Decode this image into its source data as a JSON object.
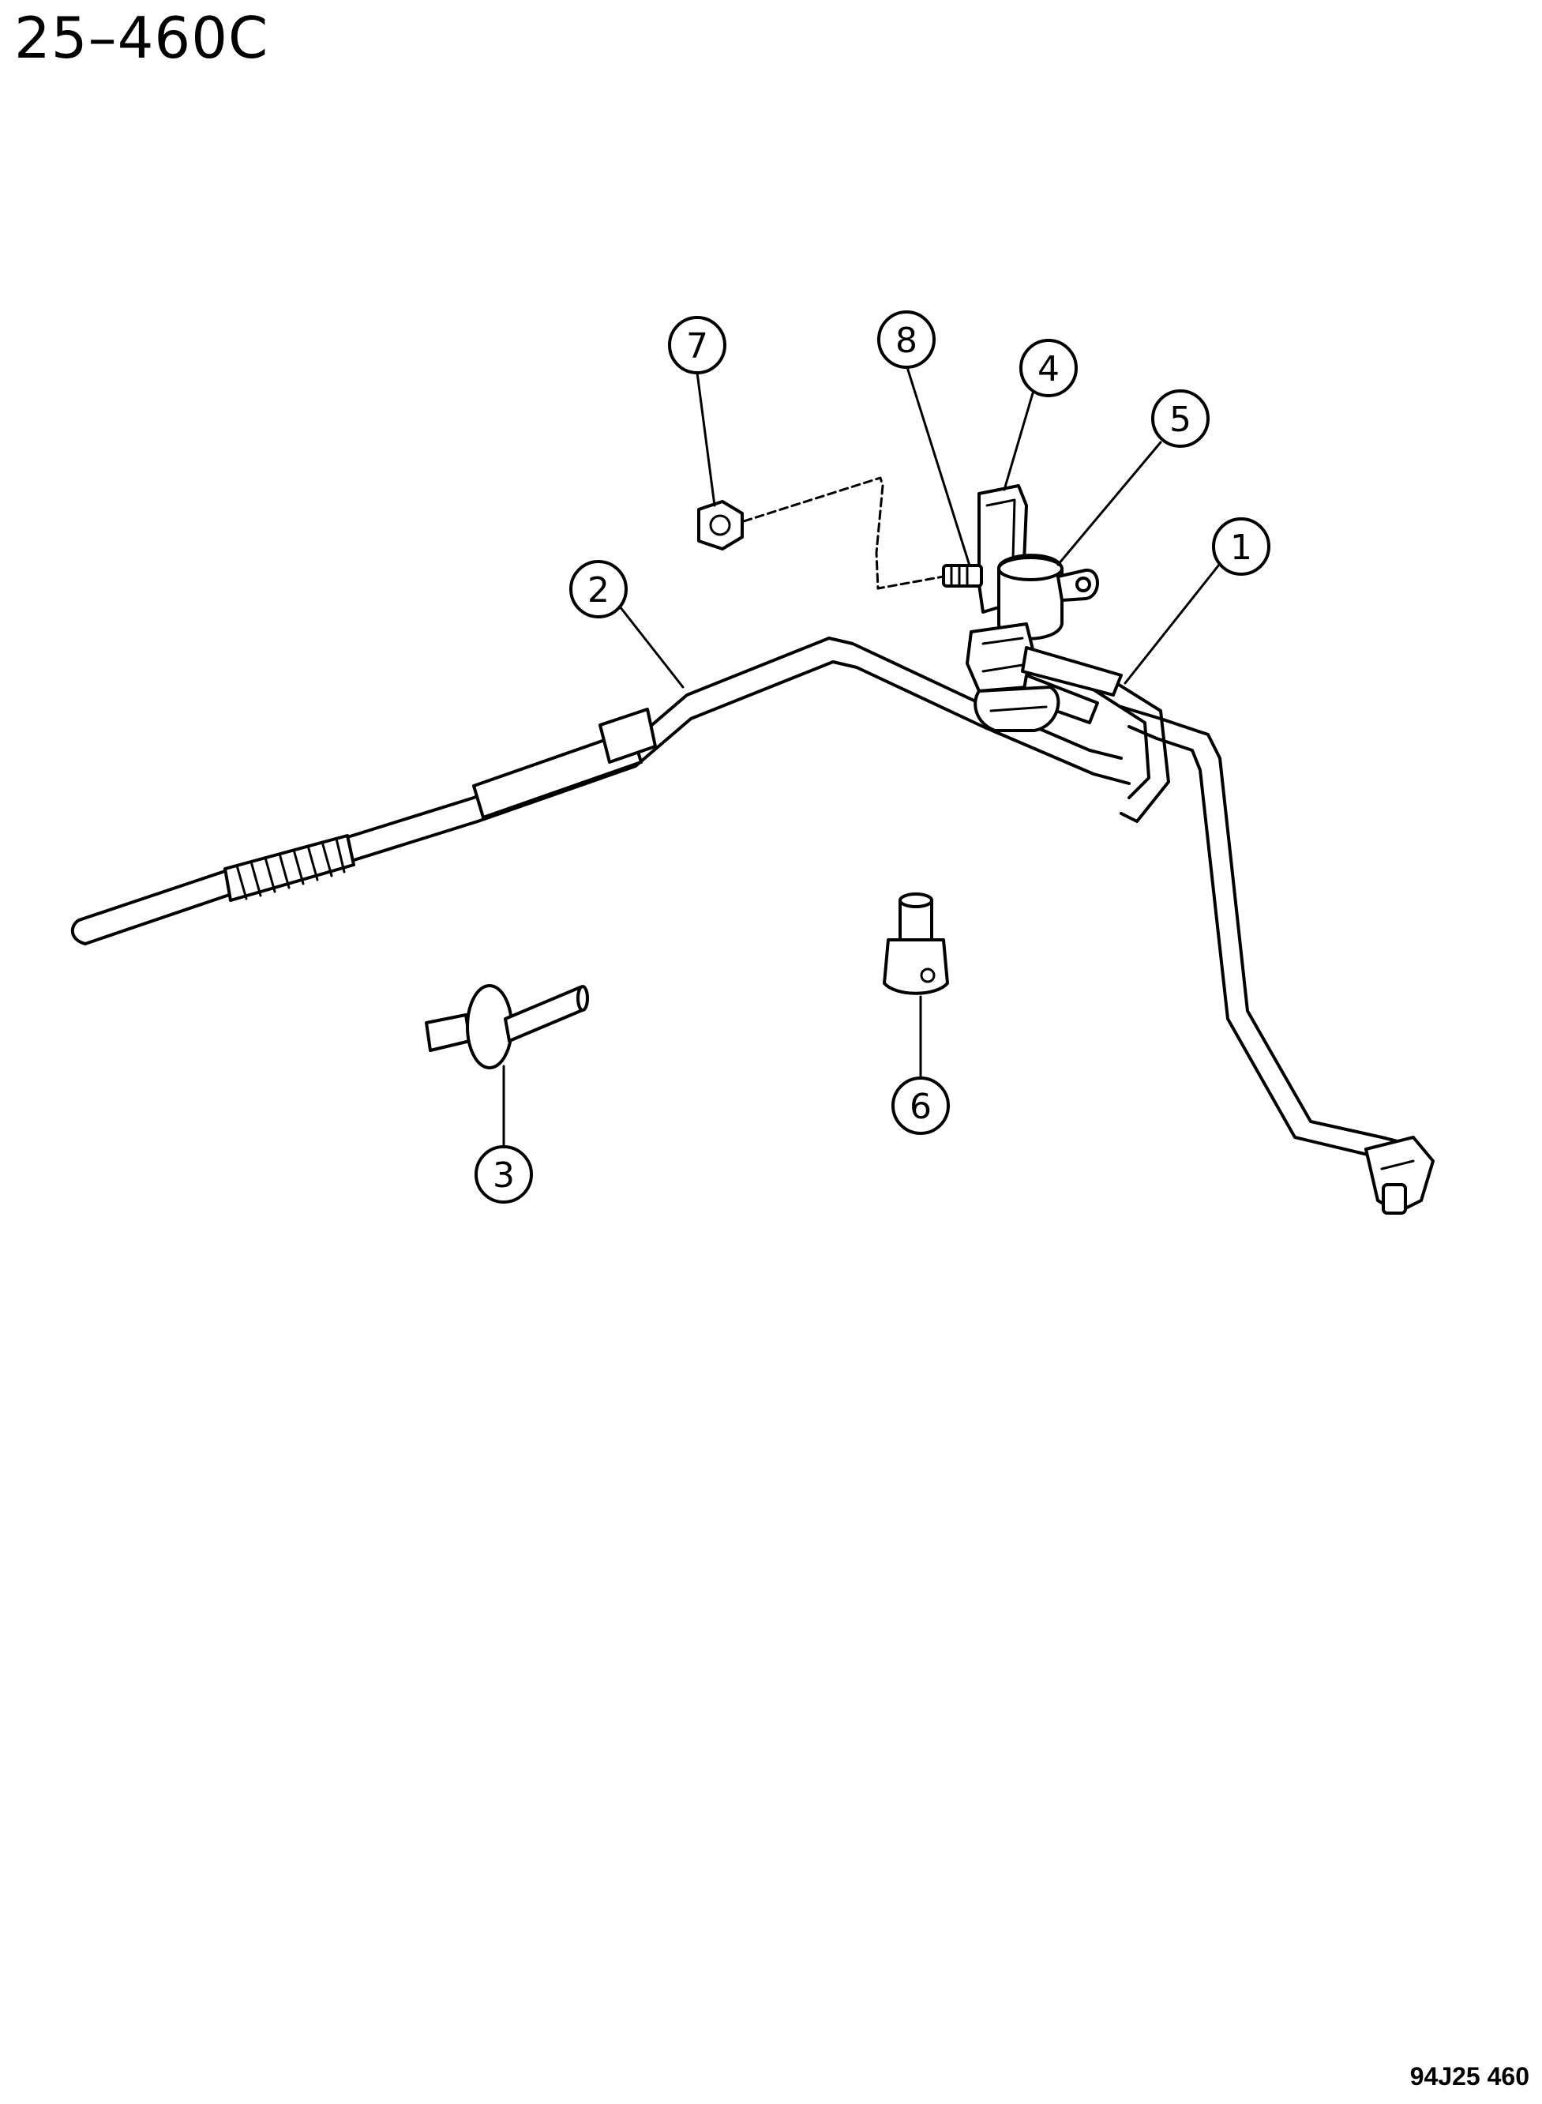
{
  "title": "25–460C",
  "figure_code": "94J25  460",
  "callouts": [
    {
      "id": "1",
      "label": "1"
    },
    {
      "id": "2",
      "label": "2"
    },
    {
      "id": "3",
      "label": "3"
    },
    {
      "id": "4",
      "label": "4"
    },
    {
      "id": "5",
      "label": "5"
    },
    {
      "id": "6",
      "label": "6"
    },
    {
      "id": "7",
      "label": "7"
    },
    {
      "id": "8",
      "label": "8"
    }
  ]
}
